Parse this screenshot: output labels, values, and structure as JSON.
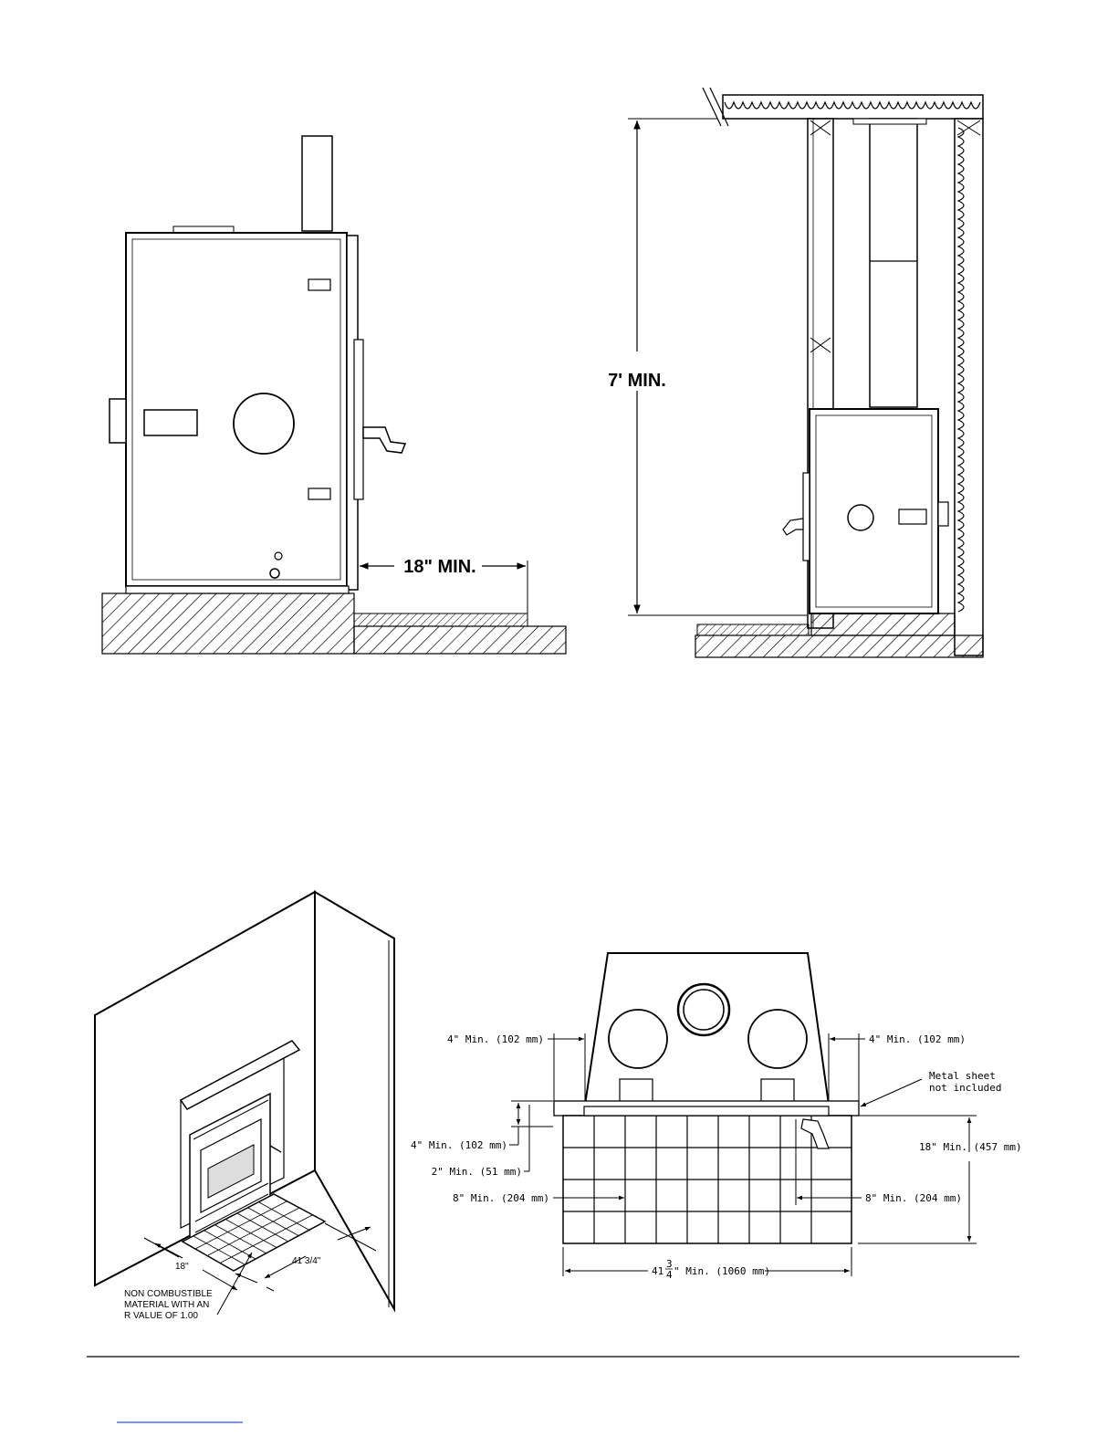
{
  "side_clearance": {
    "front_label": "18\" MIN."
  },
  "ceiling_clearance": {
    "height_label": "7' MIN."
  },
  "iso_view": {
    "hearth_depth": "18\"",
    "hearth_width": "41 3/4\"",
    "note_line1": "NON COMBUSTIBLE",
    "note_line2": "MATERIAL WITH AN",
    "note_line3": "R VALUE OF 1.00"
  },
  "plan_view": {
    "left_side": "4\" Min. (102 mm)",
    "right_side": "4\" Min. (102 mm)",
    "metal_line1": "Metal sheet",
    "metal_line2": "not included",
    "front_4": "4\" Min. (102 mm)",
    "front_2": "2\" Min. (51 mm)",
    "left_8": "8\" Min. (204 mm)",
    "right_8": "8\" Min. (204 mm)",
    "depth_18": "18\" Min. (457 mm)",
    "width_prefix": "41",
    "width_num": "3",
    "width_den": "4",
    "width_suffix": "\" Min. (1060 mm)"
  }
}
